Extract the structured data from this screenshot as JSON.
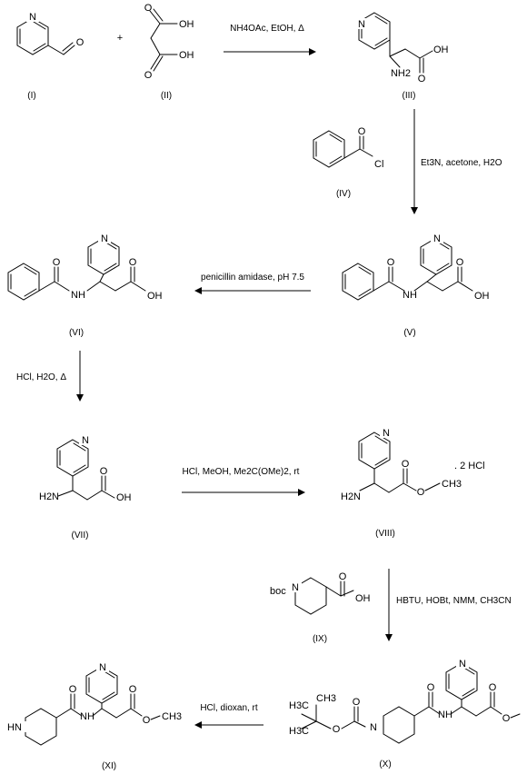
{
  "atoms": {
    "N": "N",
    "O": "O",
    "OH": "OH",
    "NH2": "NH2",
    "H2N": "H2N",
    "NH": "NH",
    "HN": "HN",
    "Cl": "Cl",
    "H3C": "H3C",
    "CH3": "CH3",
    "boc": "boc"
  },
  "compounds": {
    "I": "(I)",
    "II": "(II)",
    "III": "(III)",
    "IV": "(IV)",
    "V": "(V)",
    "VI": "(VI)",
    "VII": "(VII)",
    "VIII": "(VIII)",
    "IX": "(IX)",
    "X": "(X)",
    "XI": "(XI)"
  },
  "plus": "+",
  "salt": ". 2 HCl",
  "conditions": {
    "step1": "NH4OAc, EtOH, Δ",
    "step2": "Et3N, acetone, H2O",
    "step3": "penicillin amidase, pH 7.5",
    "step4": "HCl, H2O, Δ",
    "step5": "HCl, MeOH, Me2C(OMe)2, rt",
    "step6": "HBTU, HOBt, NMM, CH3CN",
    "step7": "HCl, dioxan, rt"
  }
}
